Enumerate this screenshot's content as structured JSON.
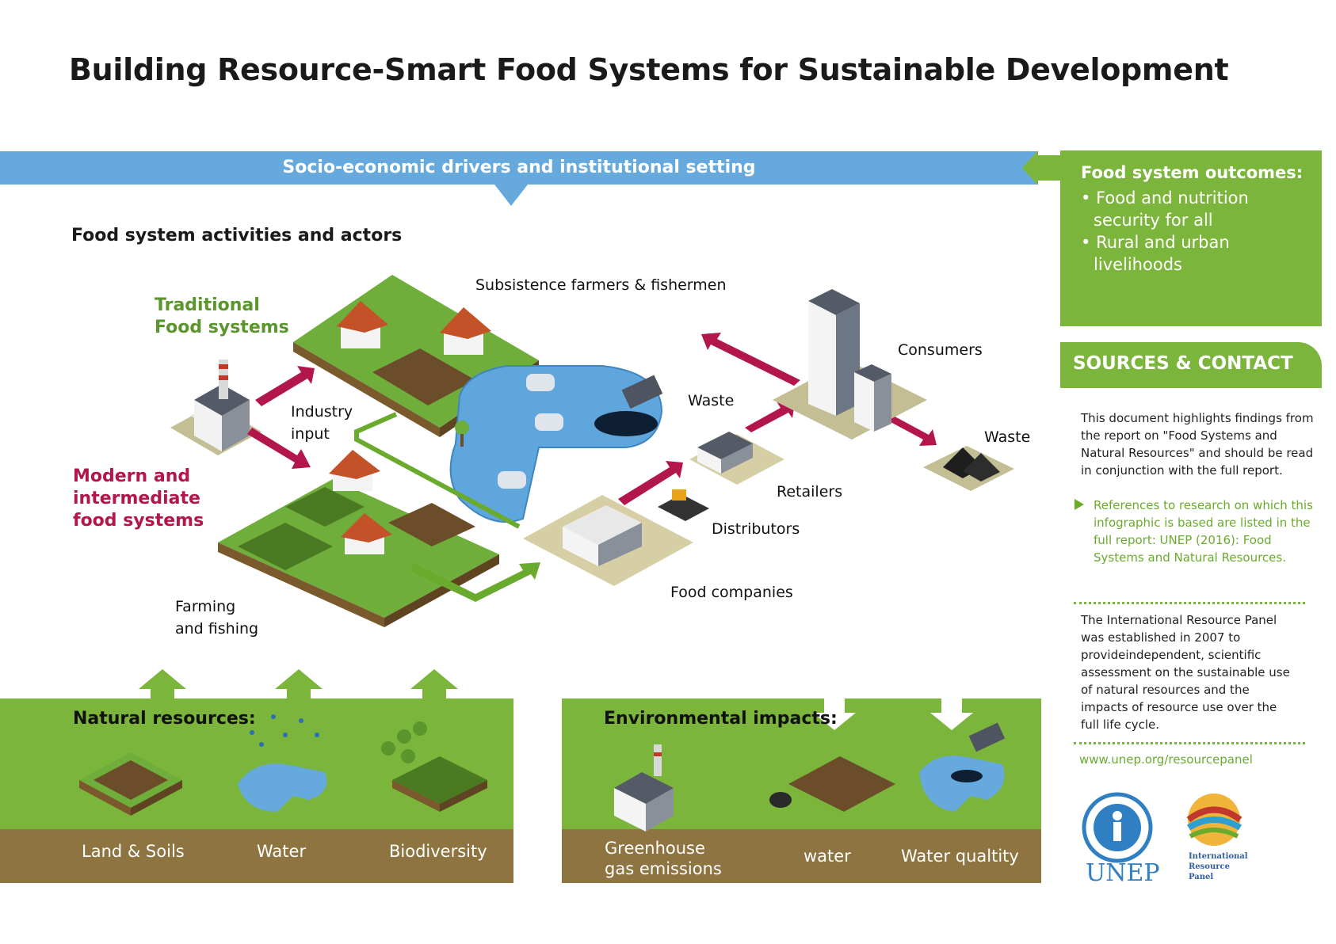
{
  "title": "Building Resource-Smart Food Systems for Sustainable Development",
  "driver_banner": "Socio-economic drivers and institutional setting",
  "activities_heading": "Food system activities and actors",
  "traditional": {
    "line1": "Traditional",
    "line2": "Food systems"
  },
  "modern": {
    "line1": "Modern and",
    "line2": "intermediate",
    "line3": "food systems"
  },
  "labels": {
    "subsistence": "Subsistence farmers & fishermen",
    "industry1": "Industry",
    "industry2": "input",
    "waste1": "Waste",
    "consumers": "Consumers",
    "waste2": "Waste",
    "retailers": "Retailers",
    "distributors": "Distributors",
    "food_companies": "Food companies",
    "farming1": "Farming",
    "farming2": "and fishing"
  },
  "outcomes": {
    "title": "Food system outcomes:",
    "items": [
      "Food and nutrition security for all",
      "Rural and urban livelihoods"
    ]
  },
  "sources": {
    "title": "SOURCES & CONTACT",
    "intro": "This document highlights findings from the report on \"Food Systems and Natural Resources\" and should be read in conjunction with the full report.",
    "references": "References to research on which this infographic is based are listed in the full report: UNEP (2016):  Food Systems and Natural Resources.",
    "irp": "The International Resource Panel was established in 2007 to provideindependent, scientific assessment on the sustainable use of natural resources and the impacts of resource use over the full life cycle.",
    "website": "www.unep.org/resourcepanel"
  },
  "natural_resources": {
    "title": "Natural resources:",
    "items": [
      "Land & Soils",
      "Water",
      "Biodiversity"
    ]
  },
  "environmental_impacts": {
    "title": "Environmental impacts:",
    "items": [
      "Greenhouse gas emissions",
      "water",
      "Water qualtity"
    ],
    "ghg_line1": "Greenhouse",
    "ghg_line2": "gas emissions"
  },
  "logos": {
    "unep": "UNEP",
    "irp_line1": "International",
    "irp_line2": "Resource",
    "irp_line3": "Panel"
  },
  "colors": {
    "green": "#7cb53b",
    "blue": "#66a9dc",
    "brown": "#8d7440",
    "magenta": "#b3164d",
    "dark_green_text": "#5a962c"
  }
}
